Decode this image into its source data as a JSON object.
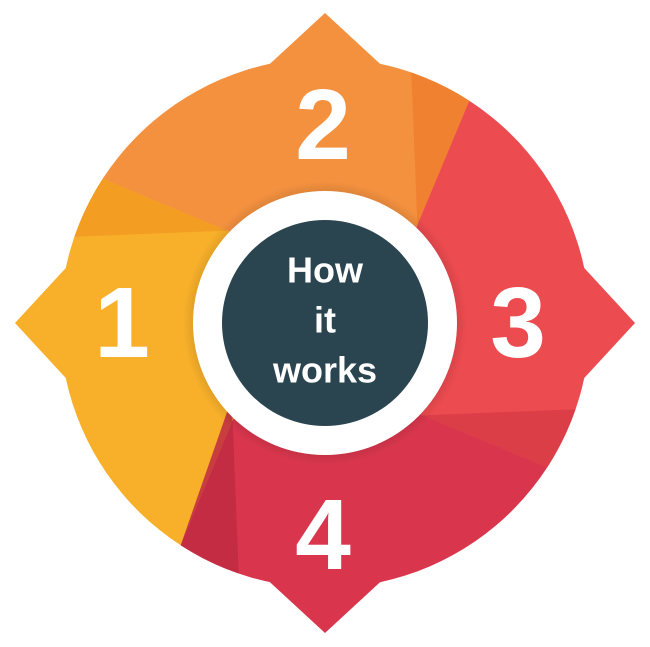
{
  "diagram": {
    "center": {
      "lines": [
        "How",
        "it",
        "works"
      ],
      "color": "#2b4550",
      "ring_color": "#ffffff"
    },
    "steps": [
      {
        "label": "1",
        "color": "#f8b02a",
        "shade": "#f29a22"
      },
      {
        "label": "2",
        "color": "#f4913f",
        "shade": "#ee7e2e"
      },
      {
        "label": "3",
        "color": "#ec4b50",
        "shade": "#d93c46"
      },
      {
        "label": "4",
        "color": "#d9364d",
        "shade": "#c02a43"
      }
    ]
  }
}
